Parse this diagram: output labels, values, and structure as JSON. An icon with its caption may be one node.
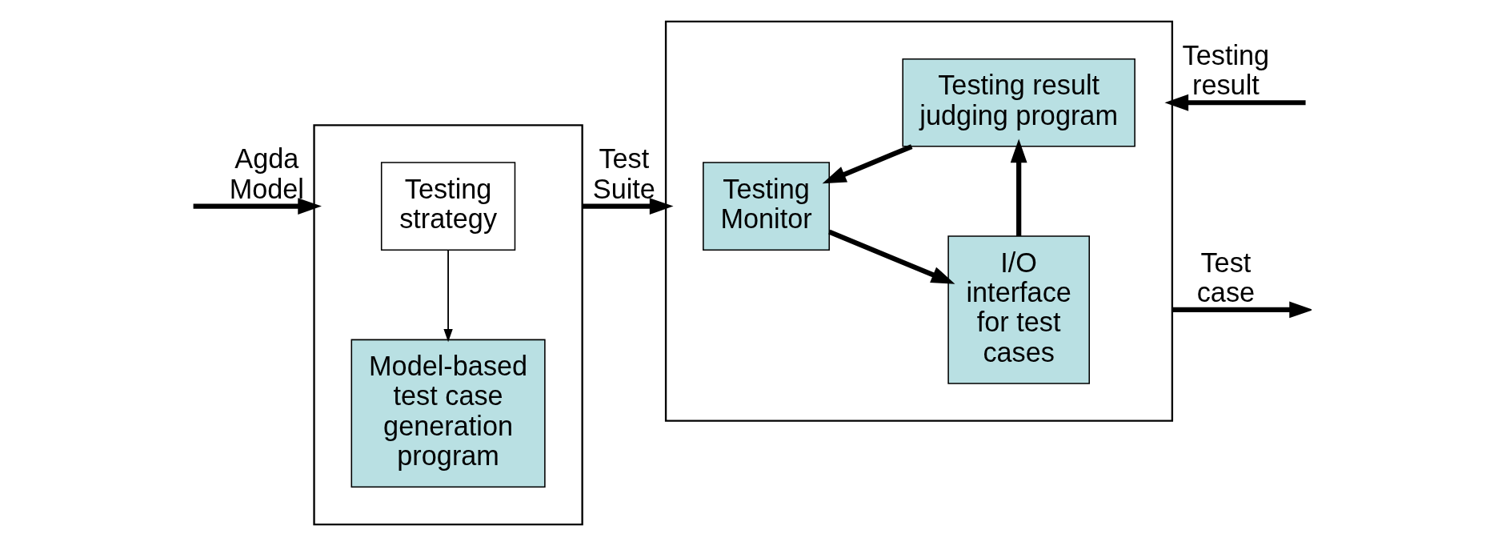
{
  "diagram": {
    "nodes": [
      {
        "text": [],
        "shape": "box"
      },
      {
        "text": [
          "Testing strategy"
        ],
        "in": 0
      },
      {
        "text": [
          "Model-based test case generation program"
        ],
        "in": 0
      },
      {
        "text": [],
        "shape": "box"
      },
      {
        "text": [
          "Testing Monitor"
        ],
        "in": 3
      },
      {
        "text": [
          "I/O interface for test cases"
        ],
        "in": 3
      },
      {
        "text": [
          "Testing result judging program"
        ],
        "in": 3
      }
    ],
    "edges": [
      {
        "from": null,
        "to": 0,
        "arrow": "to",
        "label": "Agda Model"
      },
      {
        "from": 1,
        "to": 2,
        "arrow": "to"
      },
      {
        "from": 0,
        "to": 3,
        "arrow": "to",
        "label": "Test Suite"
      },
      {
        "from": 4,
        "to": 5,
        "arrow": "to"
      },
      {
        "from": 5,
        "to": 6,
        "arrow": "to"
      },
      {
        "from": 6,
        "to": 4,
        "arrow": "to"
      },
      {
        "from": 3,
        "to": null,
        "arrow": "to",
        "label": "Test case"
      },
      {
        "from": null,
        "to": 3,
        "arrow": "to",
        "label": "Testing result"
      }
    ]
  }
}
